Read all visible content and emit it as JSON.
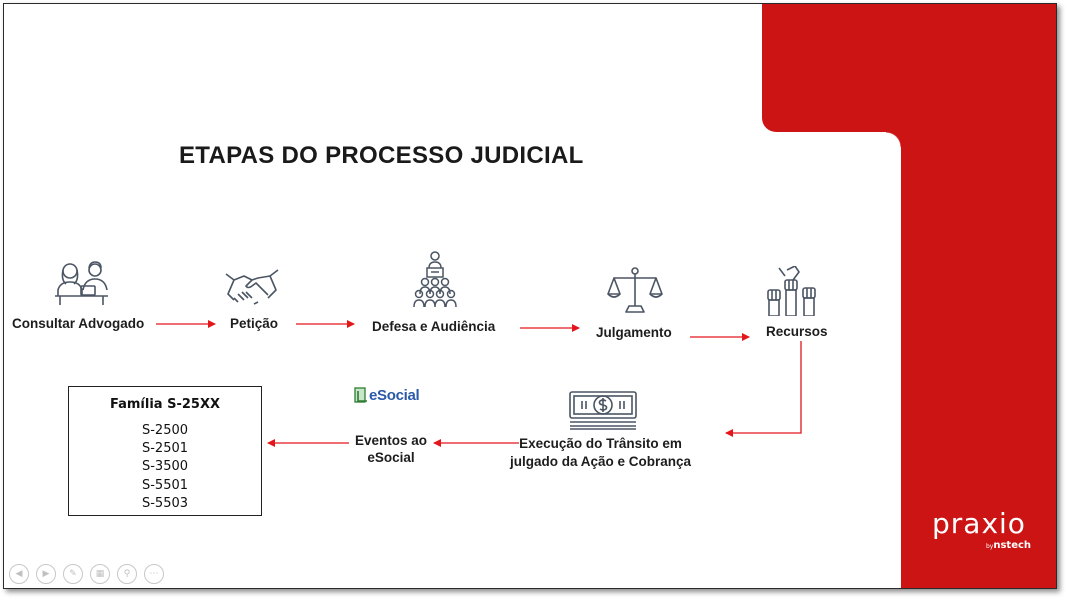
{
  "slide": {
    "title": "ETAPAS DO PROCESSO JUDICIAL",
    "steps": [
      {
        "label": "Consultar Advogado",
        "icon": "consultation-icon"
      },
      {
        "label": "Petição",
        "icon": "handshake-icon"
      },
      {
        "label": "Defesa e Audiência",
        "icon": "courtroom-icon"
      },
      {
        "label": "Julgamento",
        "icon": "scales-icon"
      },
      {
        "label": "Recursos",
        "icon": "raised-fists-icon"
      },
      {
        "label_line1": "Execução do Trânsito em",
        "label_line2": "julgado da Ação e Cobrança",
        "icon": "cash-icon"
      },
      {
        "label_line1": "Eventos ao",
        "label_line2": "eSocial"
      }
    ],
    "esocial_logo": "eSocial",
    "family_box": {
      "title": "Família S-25XX",
      "items": [
        "S-2500",
        "S-2501",
        "S-3500",
        "S-5501",
        "S-5503"
      ]
    },
    "brand": {
      "name": "praxio",
      "by": "by",
      "sub": "nstech"
    }
  },
  "colors": {
    "accent_red": "#cc1414",
    "arrow_red": "#e3161b",
    "icon_gray": "#4b5563"
  },
  "nav_controls": [
    "previous-icon",
    "next-icon",
    "pen-icon",
    "slides-icon",
    "zoom-icon",
    "more-icon"
  ]
}
